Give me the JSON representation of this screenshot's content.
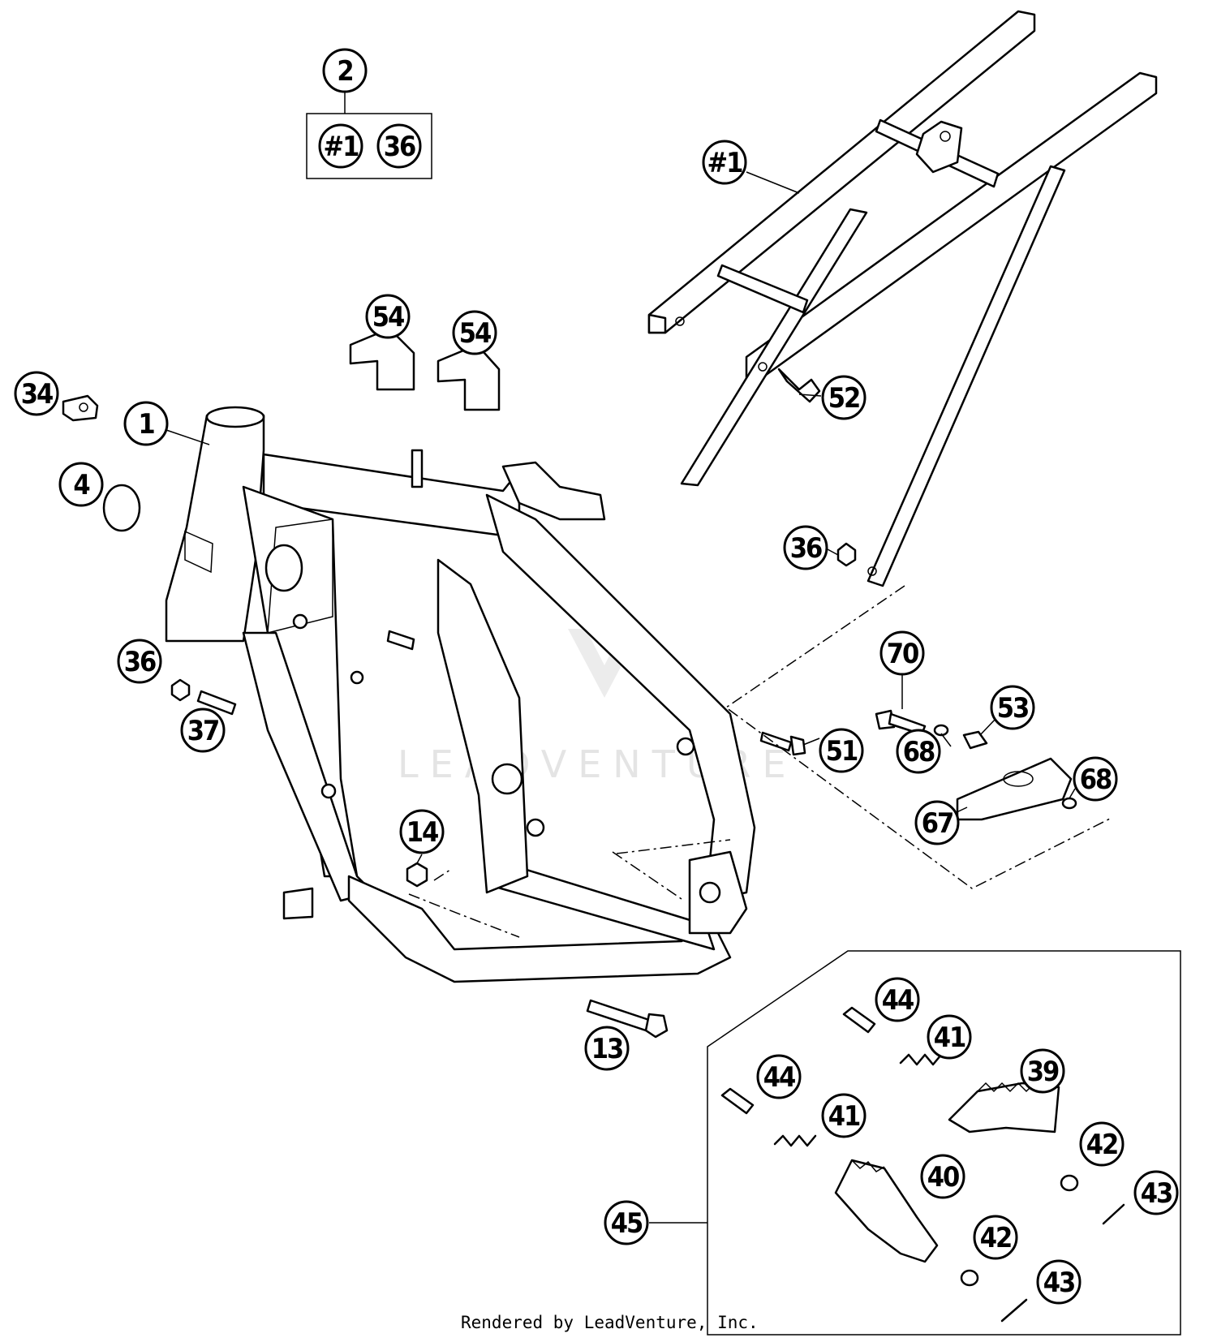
{
  "watermark": "LEADVENTURE",
  "footer": "Rendered by LeadVenture, Inc.",
  "group_box": {
    "title_label": "2",
    "contents": [
      "#1",
      "36"
    ]
  },
  "callouts": {
    "c2": "2",
    "c1": "1",
    "c_frame_sub": "#1",
    "c4": "4",
    "c34": "34",
    "c54a": "54",
    "c54b": "54",
    "c52": "52",
    "c36a": "36",
    "c36b": "36",
    "c37": "37",
    "c70": "70",
    "c53": "53",
    "c51": "51",
    "c68a": "68",
    "c68b": "68",
    "c67": "67",
    "c14": "14",
    "c13": "13",
    "c44a": "44",
    "c44b": "44",
    "c41a": "41",
    "c41b": "41",
    "c39": "39",
    "c40": "40",
    "c42a": "42",
    "c42b": "42",
    "c43a": "43",
    "c43b": "43",
    "c45": "45"
  }
}
